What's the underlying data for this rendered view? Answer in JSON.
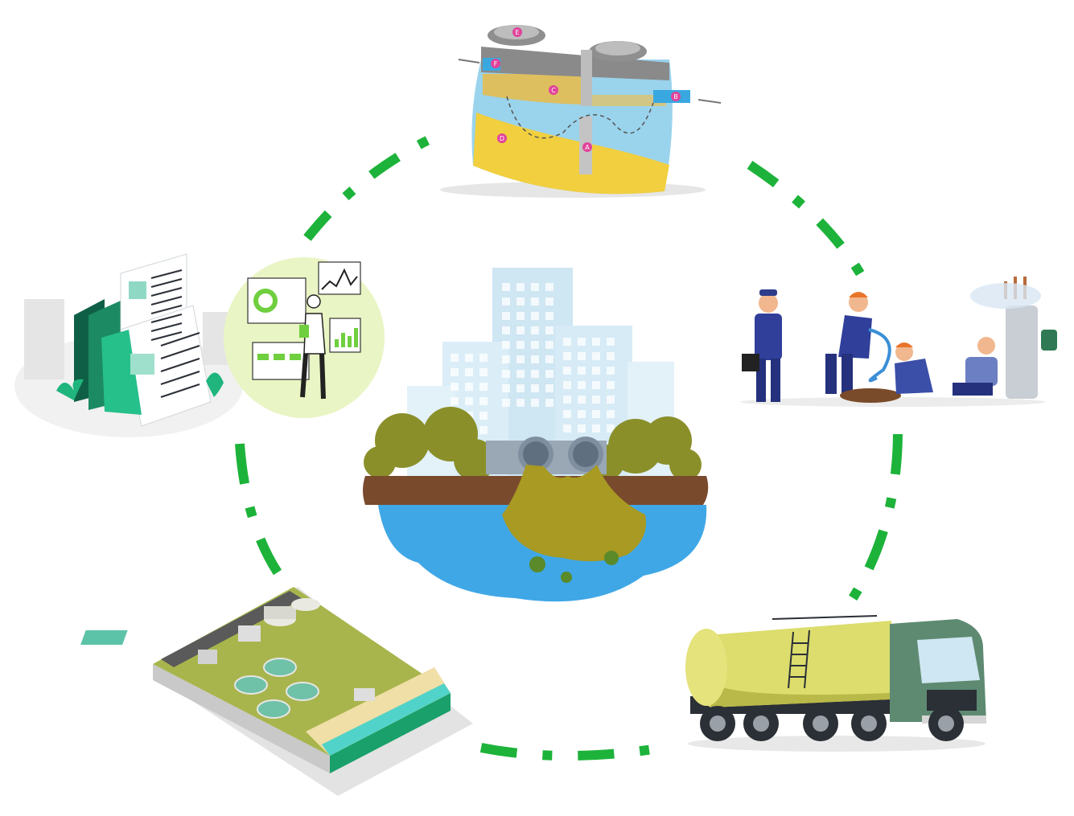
{
  "diagram": {
    "type": "cycle",
    "connector_color": "#1db33a",
    "nodes": [
      {
        "id": "septic-tank",
        "icon": "septic-tank-cutaway-icon",
        "tank_markers": [
          "E",
          "F",
          "C",
          "D",
          "A",
          "B"
        ]
      },
      {
        "id": "maintenance-workers",
        "icon": "maintenance-workers-icon"
      },
      {
        "id": "vacuum-tanker-truck",
        "icon": "tanker-truck-icon"
      },
      {
        "id": "treatment-plant",
        "icon": "wastewater-treatment-plant-icon"
      },
      {
        "id": "documentation",
        "icon": "documents-and-reports-icon"
      },
      {
        "id": "analytics",
        "icon": "data-analyst-icon"
      }
    ],
    "center": {
      "id": "city-sewage-outfall",
      "icon": "city-sewage-pollution-icon"
    }
  },
  "palette": {
    "green": "#1db33a",
    "water": "#3fa7e6",
    "sludge": "#a89a22",
    "tree": "#8a8f2a",
    "building": "#cfe6f3",
    "truck_cab": "#5e8a72",
    "tank_yellow": "#dcdd6d"
  }
}
